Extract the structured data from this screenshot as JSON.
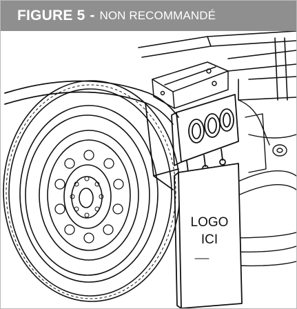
{
  "figure": {
    "title_bold": "FIGURE 5",
    "separator": "-",
    "title_light": "NON RECOMMANDÉ"
  },
  "mudflap": {
    "line1": "LOGO",
    "line2": "ICI"
  },
  "colors": {
    "header_bg": "#8f8f8f",
    "header_text": "#ffffff",
    "line_art": "#111111",
    "border": "#b9b9b9"
  },
  "icons": [
    "truck-wheel-illustration",
    "mudflap-illustration",
    "tail-light-cluster"
  ]
}
